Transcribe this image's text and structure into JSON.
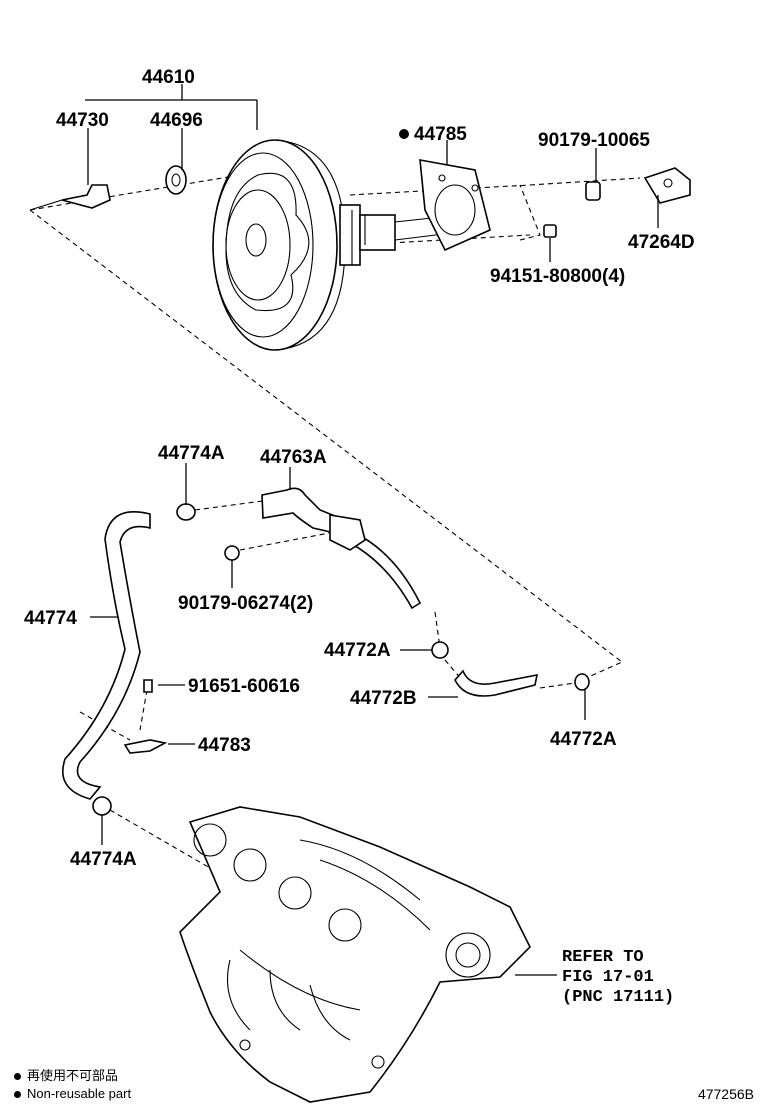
{
  "parts": {
    "p44610": "44610",
    "p44730": "44730",
    "p44696": "44696",
    "p44785": "44785",
    "p90179_10065": "90179-10065",
    "p47264D": "47264D",
    "p94151": "94151-80800(4)",
    "p44774A_top": "44774A",
    "p44763A": "44763A",
    "p90179_06274": "90179-06274(2)",
    "p44774": "44774",
    "p44772A_mid": "44772A",
    "p44772B": "44772B",
    "p44772A_right": "44772A",
    "p91651": "91651-60616",
    "p44783": "44783",
    "p44774A_bottom": "44774A"
  },
  "reference": {
    "line1": "REFER TO",
    "line2": "FIG 17-01",
    "line3": "(PNC 17111)"
  },
  "legend": {
    "jp": "再使用不可部品",
    "en": "Non-reusable part"
  },
  "illustration_code": "477256B"
}
